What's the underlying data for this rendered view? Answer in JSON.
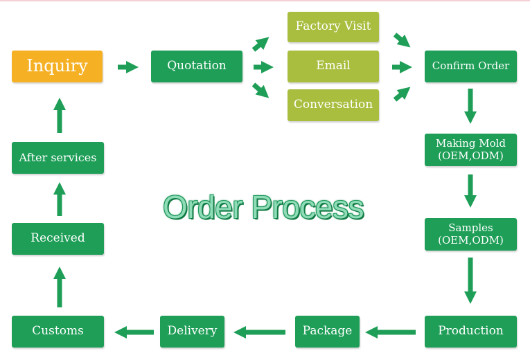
{
  "diagram": {
    "title": "Order Process",
    "steps": {
      "inquiry": "Inquiry",
      "quotation": "Quotation",
      "factory_visit": "Factory Visit",
      "email": "Email",
      "conversation": "Conversation",
      "confirm_order": "Confirm Order",
      "making_mold_l1": "Making Mold",
      "making_mold_l2": "(OEM,ODM)",
      "samples_l1": "Samples",
      "samples_l2": "(OEM,ODM)",
      "production": "Production",
      "package": "Package",
      "delivery": "Delivery",
      "customs": "Customs",
      "received": "Received",
      "after_services": "After services"
    },
    "colors": {
      "step_green": "#1e9e57",
      "option_olive": "#a9bd3f",
      "start_orange": "#f5b024",
      "arrow_green": "#1e9e57"
    }
  }
}
